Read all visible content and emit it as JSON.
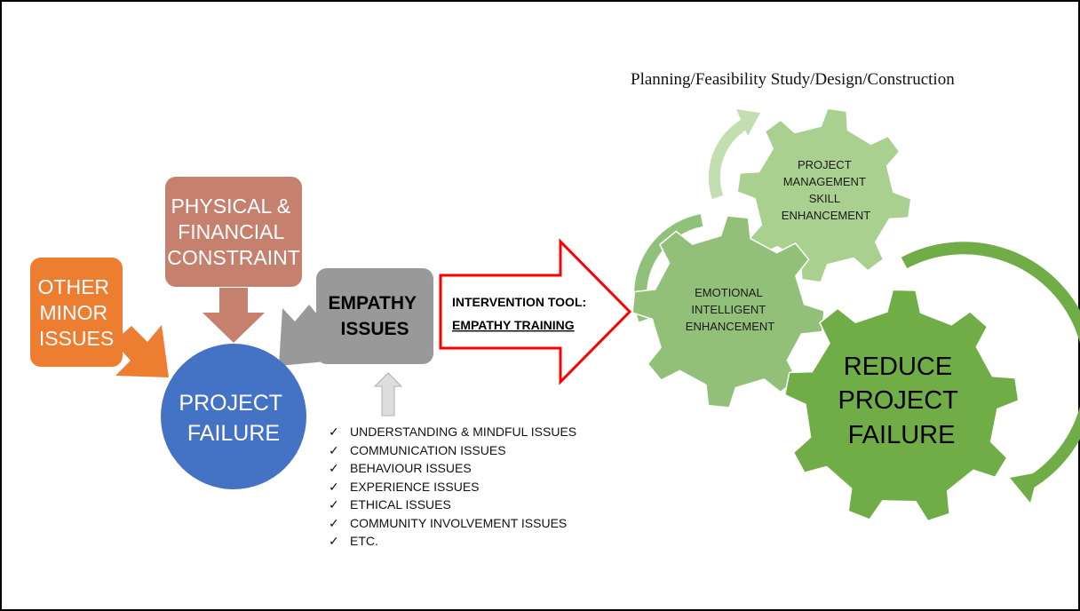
{
  "caption": "Planning/Feasibility Study/Design/Construction",
  "boxes": {
    "other_minor": [
      "OTHER",
      "MINOR",
      "ISSUES"
    ],
    "physical": [
      "PHYSICAL &",
      "FINANCIAL",
      "CONSTRAINT"
    ],
    "empathy": [
      "EMPATHY",
      "ISSUES"
    ]
  },
  "project_failure": [
    "PROJECT",
    "FAILURE"
  ],
  "intervention": {
    "line1": "INTERVENTION TOOL:",
    "line2": "EMPATHY TRAINING"
  },
  "gears": {
    "pm": [
      "PROJECT",
      "MANAGEMENT",
      "SKILL",
      "ENHANCEMENT"
    ],
    "ei": [
      "EMOTIONAL",
      "INTELLIGENT",
      "ENHANCEMENT"
    ],
    "reduce": [
      "REDUCE",
      "PROJECT",
      "FAILURE"
    ]
  },
  "check_glyph": "✓",
  "issues": [
    "UNDERSTANDING & MINDFUL ISSUES",
    "COMMUNICATION ISSUES",
    "BEHAVIOUR ISSUES",
    "EXPERIENCE ISSUES",
    "ETHICAL ISSUES",
    "COMMUNITY INVOLVEMENT ISSUES",
    "ETC."
  ],
  "colors": {
    "orange": "#ED7D31",
    "brown": "#C5806E",
    "gray": "#999999",
    "blue": "#4472C4",
    "red": "#FF0000",
    "gear_light": "#A9D08E",
    "gear_mid": "#92C078",
    "gear_dark": "#70AD47"
  }
}
